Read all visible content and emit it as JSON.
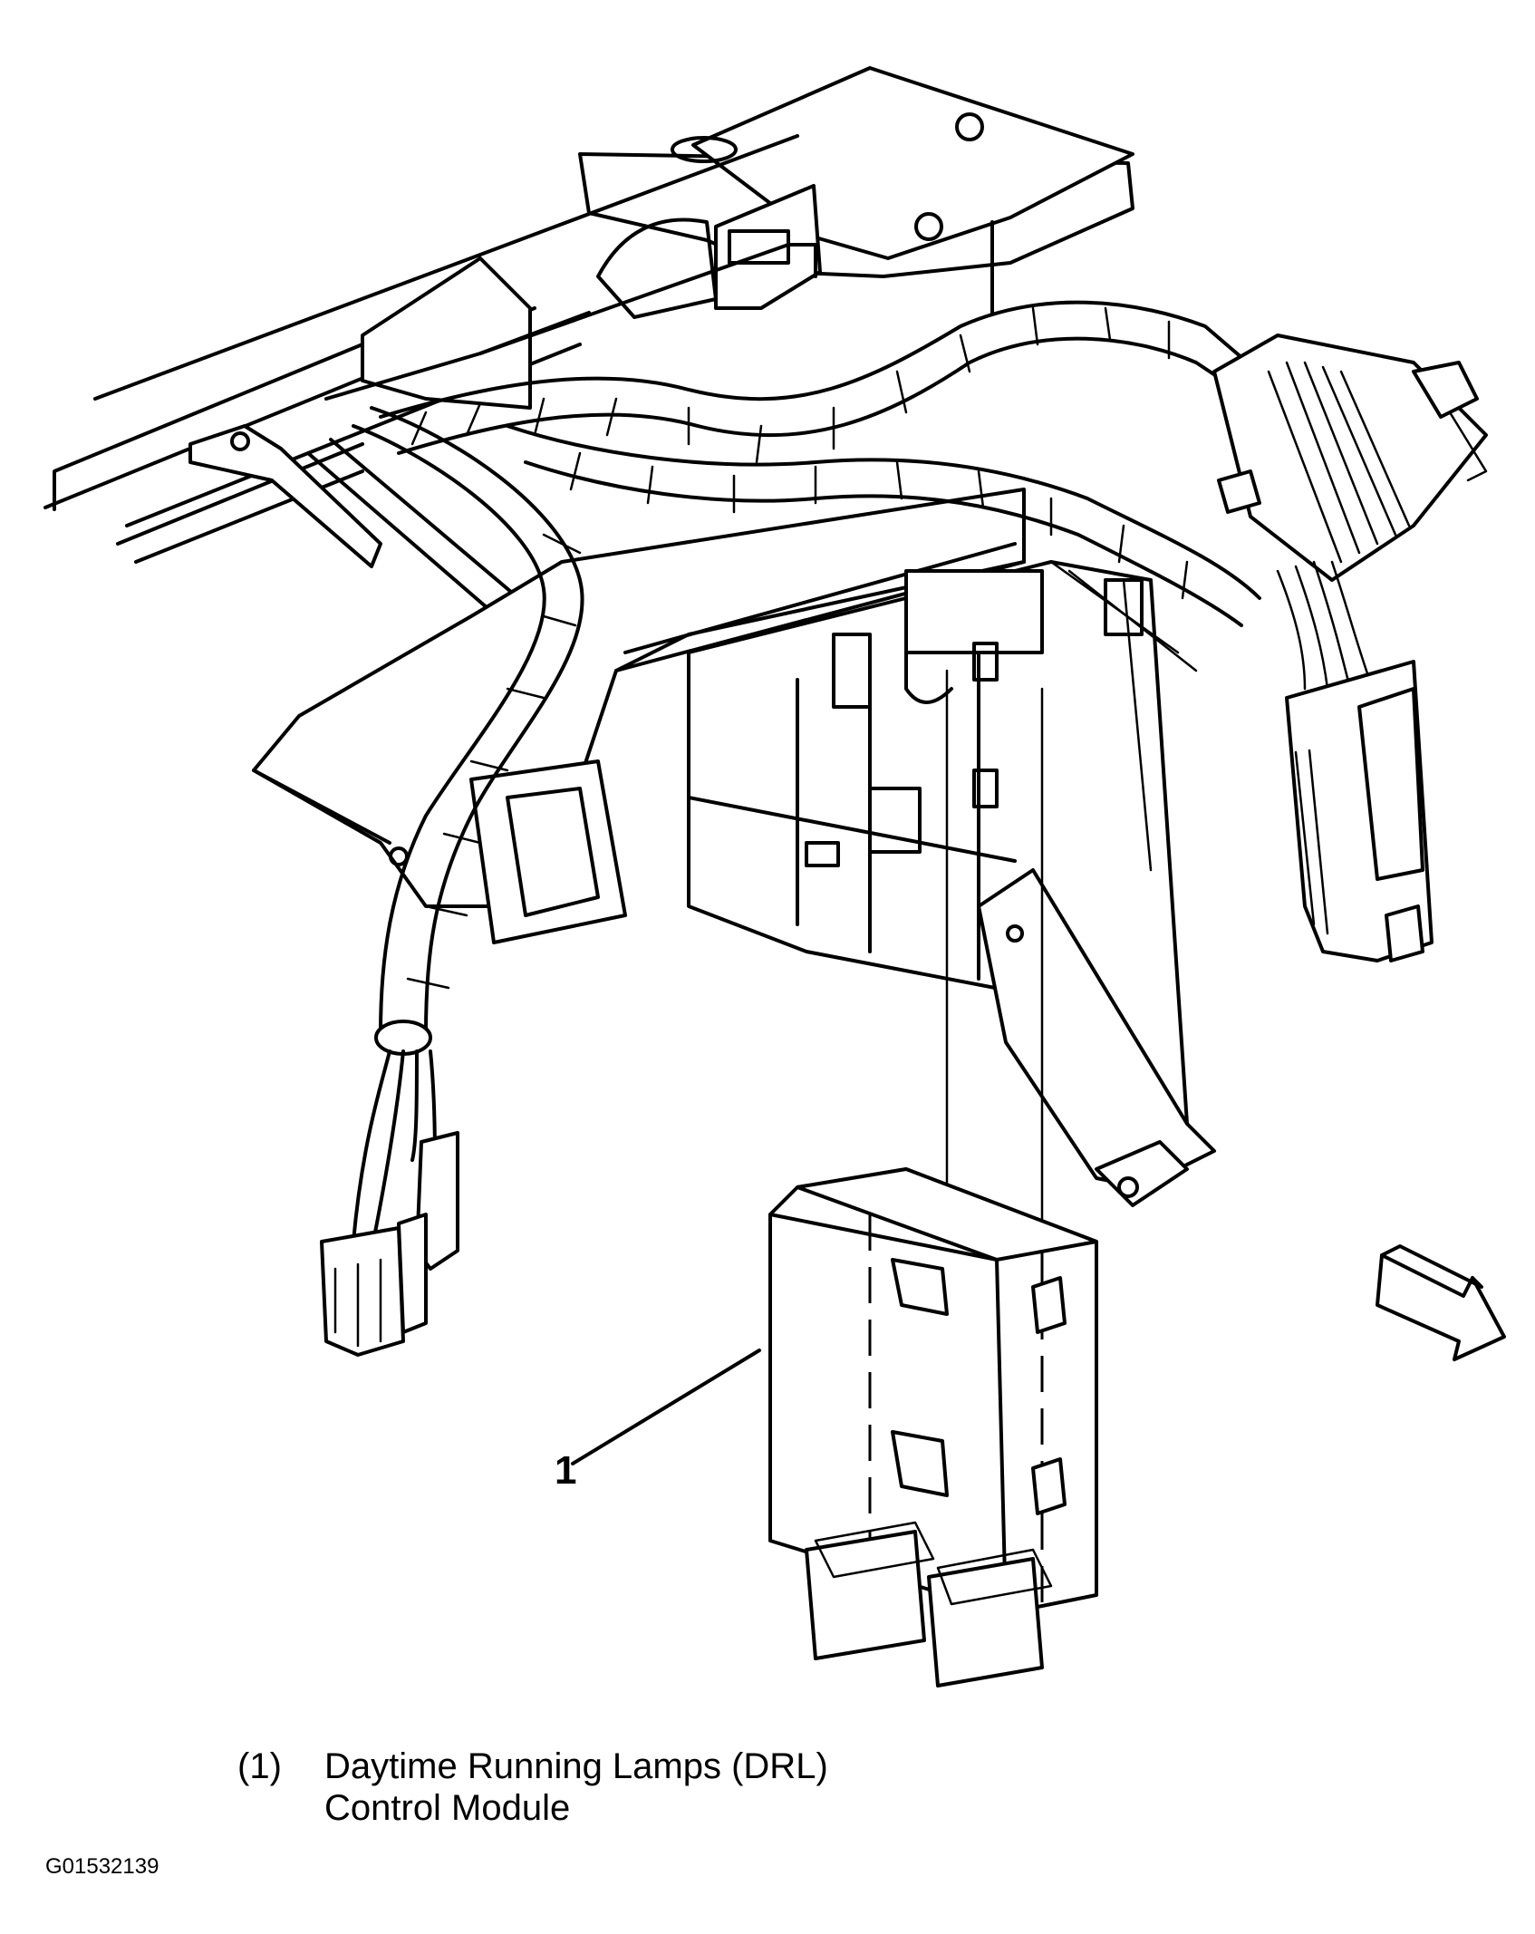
{
  "figure": {
    "callout_number": "1",
    "legend": [
      {
        "number": "(1)",
        "text": "Daytime Running Lamps (DRL) Control Module"
      }
    ],
    "figure_id": "G01532139"
  },
  "icons": [
    "direction-arrow-icon"
  ]
}
